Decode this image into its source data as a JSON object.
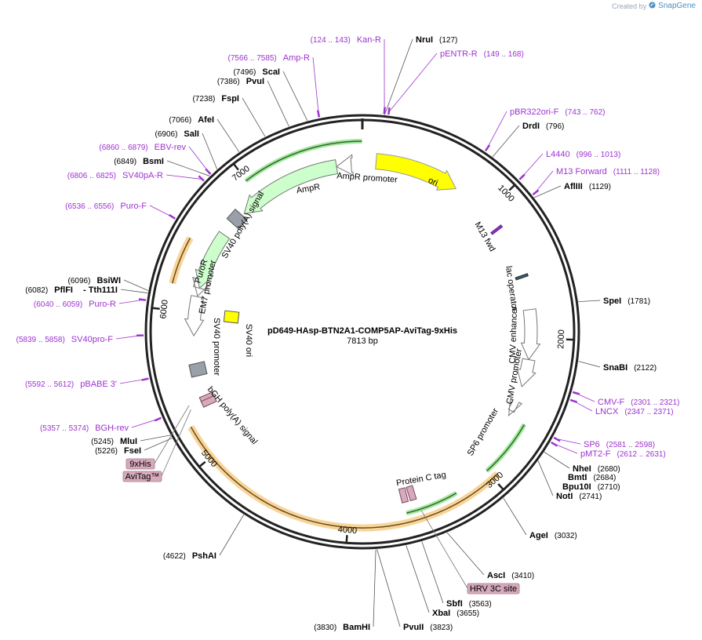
{
  "watermark": {
    "prefix": "Created by",
    "brand": "SnapGene"
  },
  "plasmid": {
    "name": "pD649-HAsp-BTN2A1-COMP5AP-AviTag-9xHis",
    "size_label": "7813 bp"
  },
  "ticks": [
    "1000",
    "2000",
    "3000",
    "4000",
    "5000",
    "6000",
    "7000"
  ],
  "enzymes": [
    {
      "name": "NruI",
      "pos": "(127)"
    },
    {
      "name": "DrdI",
      "pos": "(796)"
    },
    {
      "name": "AflIII",
      "pos": "(1129)"
    },
    {
      "name": "SpeI",
      "pos": "(1781)"
    },
    {
      "name": "SnaBI",
      "pos": "(2122)"
    },
    {
      "name": "NheI",
      "pos": "(2680)"
    },
    {
      "name": "BmtI",
      "pos": "(2684)"
    },
    {
      "name": "Bpu10I",
      "pos": "(2710)"
    },
    {
      "name": "NotI",
      "pos": "(2741)"
    },
    {
      "name": "AgeI",
      "pos": "(3032)"
    },
    {
      "name": "AscI",
      "pos": "(3410)"
    },
    {
      "name": "SbfI",
      "pos": "(3563)"
    },
    {
      "name": "XbaI",
      "pos": "(3655)"
    },
    {
      "name": "PvuII",
      "pos": "(3823)"
    },
    {
      "name": "BamHI",
      "pos": "(3830)"
    },
    {
      "name": "PshAI",
      "pos": "(4622)"
    },
    {
      "name": "FseI",
      "pos": "(5226)"
    },
    {
      "name": "MluI",
      "pos": "(5245)"
    },
    {
      "name": "- Tth111I",
      "pos": ""
    },
    {
      "name": "PflFI",
      "pos": "(6082)"
    },
    {
      "name": "BsiWI",
      "pos": "(6096)"
    },
    {
      "name": "BsmI",
      "pos": "(6849)"
    },
    {
      "name": "SalI",
      "pos": "(6906)"
    },
    {
      "name": "AfeI",
      "pos": "(7066)"
    },
    {
      "name": "FspI",
      "pos": "(7238)"
    },
    {
      "name": "PvuI",
      "pos": "(7386)"
    },
    {
      "name": "ScaI",
      "pos": "(7496)"
    }
  ],
  "primers": [
    {
      "name": "Kan-R",
      "pos": "(124 .. 143)"
    },
    {
      "name": "pENTR-R",
      "pos": "(149 .. 168)"
    },
    {
      "name": "pBR322ori-F",
      "pos": "(743 .. 762)"
    },
    {
      "name": "L4440",
      "pos": "(996 .. 1013)"
    },
    {
      "name": "M13 Forward",
      "pos": "(1111 .. 1128)"
    },
    {
      "name": "CMV-F",
      "pos": "(2301 .. 2321)"
    },
    {
      "name": "LNCX",
      "pos": "(2347 .. 2371)"
    },
    {
      "name": "SP6",
      "pos": "(2581 .. 2598)"
    },
    {
      "name": "pMT2-F",
      "pos": "(2612 .. 2631)"
    },
    {
      "name": "BGH-rev",
      "pos": "(5357 .. 5374)"
    },
    {
      "name": "pBABE 3'",
      "pos": "(5592 .. 5612)"
    },
    {
      "name": "SV40pro-F",
      "pos": "(5839 .. 5858)"
    },
    {
      "name": "Puro-R",
      "pos": "(6040 .. 6059)"
    },
    {
      "name": "Puro-F",
      "pos": "(6536 .. 6556)"
    },
    {
      "name": "SV40pA-R",
      "pos": "(6806 .. 6825)"
    },
    {
      "name": "EBV-rev",
      "pos": "(6860 .. 6879)"
    },
    {
      "name": "Amp-R",
      "pos": "(7566 .. 7585)"
    }
  ],
  "features": [
    {
      "label": "ori",
      "color": "#ffff00"
    },
    {
      "label": "AmpR",
      "color": "#ccffcc"
    },
    {
      "label": "AmpR promoter",
      "color": "#ffffff"
    },
    {
      "label": "M13 fwd",
      "color": "#8833cc"
    },
    {
      "label": "lac operator",
      "color": "#336677"
    },
    {
      "label": "CMV enhancer",
      "color": "#ffffff"
    },
    {
      "label": "CMV promoter",
      "color": "#ffffff"
    },
    {
      "label": "SP6 promoter",
      "color": "#ffffff"
    },
    {
      "label": "Protein C tag",
      "color": "#d7a9bc"
    },
    {
      "label": "bGH poly(A) signal",
      "color": "#99a0aa"
    },
    {
      "label": "SV40 promoter",
      "color": "#ffffff"
    },
    {
      "label": "EM7 promoter",
      "color": "#ffffff"
    },
    {
      "label": "PuroR",
      "color": "#ccffcc"
    },
    {
      "label": "SV40 ori",
      "color": "#ffff00"
    },
    {
      "label": "SV40 poly(A) signal",
      "color": "#99a0aa"
    }
  ],
  "tags": [
    {
      "label": "HRV 3C site"
    },
    {
      "label": "9xHis"
    },
    {
      "label": "AviTag™"
    }
  ],
  "colors": {
    "primer": "#9d33d0",
    "orf_fill": "#f7d59a",
    "orf_stroke": "#e8a84a",
    "tag_fill": "#d7a9bc",
    "backbone": "#222222"
  }
}
